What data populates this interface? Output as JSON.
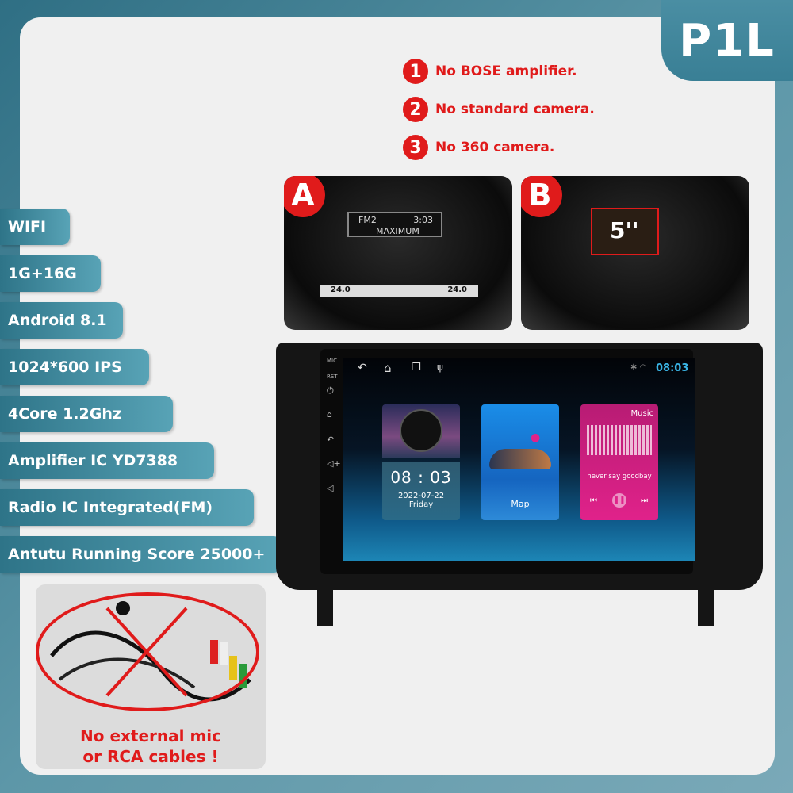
{
  "badge": "P1L",
  "notes": [
    {
      "num": "1",
      "text": "No BOSE amplifier."
    },
    {
      "num": "2",
      "text": "No standard camera."
    },
    {
      "num": "3",
      "text": "No 360 camera."
    }
  ],
  "photos": {
    "a": {
      "letter": "A",
      "band": "FM2",
      "time": "3:03",
      "station": "MAXIMUM",
      "temp_left": "24.0",
      "temp_right": "24.0"
    },
    "b": {
      "letter": "B",
      "size": "5''"
    }
  },
  "specs": [
    "WIFI",
    "1G+16G",
    "Android 8.1",
    "1024*600 IPS",
    "4Core 1.2Ghz",
    "Amplifier IC YD7388",
    "Radio IC Integrated(FM)",
    "Antutu Running Score 25000+"
  ],
  "cables": {
    "line1": "No external mic",
    "line2": "or RCA cables !"
  },
  "device": {
    "side_labels": {
      "mic": "MIC",
      "rst": "RST"
    },
    "status_time": "08:03",
    "clock": {
      "time": "08 : 03",
      "date": "2022-07-22",
      "day": "Friday"
    },
    "map_label": "Map",
    "music": {
      "title": "Music",
      "song": "never say goodbay"
    }
  },
  "colors": {
    "accent_red": "#e01b1b",
    "teal": "#3a8096",
    "time_blue": "#3ab5e6",
    "music_pink": "#e0228a",
    "map_blue": "#1e7fe0"
  }
}
